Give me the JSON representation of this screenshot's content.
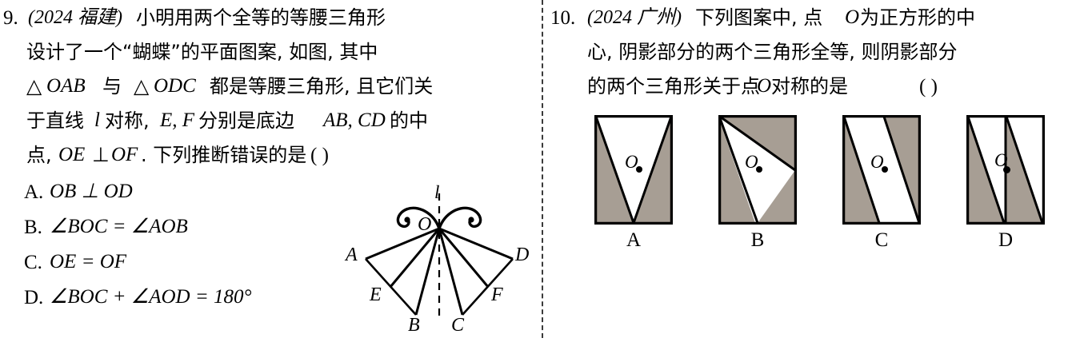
{
  "colors": {
    "shade": "#a79e94",
    "ink": "#000000",
    "divider": "#3a3a3a"
  },
  "q9": {
    "number": "9.",
    "source": "(2024 福建)",
    "lines": [
      "小明用两个全等的等腰三角形",
      "设计了一个“蝴蝶”的平面图案, 如图, 其中",
      "△OAB 与△ODC 都是等腰三角形, 且它们关",
      "于直线 l 对称, E, F 分别是底边 AB, CD 的中",
      "点, OE⊥OF. 下列推断错误的是"
    ],
    "line1_head": "小明用两个全等的等腰三角形",
    "line2": "设计了一个“蝴蝶”的平面图案, 如图, 其中",
    "line3_a": "△",
    "line3_b": "OAB",
    "line3_c": " 与",
    "line3_d": "△",
    "line3_e": "ODC",
    "line3_f": " 都是等腰三角形, 且它们关",
    "line4_a": "于直线 ",
    "line4_b": "l",
    "line4_c": " 对称, ",
    "line4_d": "E, F",
    "line4_e": " 分别是底边 ",
    "line4_f": "AB, CD",
    "line4_g": " 的中",
    "line5_a": "点, ",
    "line5_b": "OE",
    "line5_c": "⊥",
    "line5_d": "OF",
    "line5_e": ". 下列推断错误的是",
    "answer_blank": "(          )",
    "options": [
      {
        "key": "A.",
        "text": "OB ⊥ OD"
      },
      {
        "key": "B.",
        "text": "∠BOC = ∠AOB"
      },
      {
        "key": "C.",
        "text": "OE = OF"
      },
      {
        "key": "D.",
        "text": "∠BOC + ∠AOD = 180°"
      }
    ],
    "figure": {
      "axis_label": "l",
      "vertex_O": "O",
      "vertex_A": "A",
      "vertex_B": "B",
      "vertex_C": "C",
      "vertex_D": "D",
      "vertex_E": "E",
      "vertex_F": "F"
    }
  },
  "q10": {
    "number": "10.",
    "source": "(2024 广州)",
    "line1": "下列图案中, 点 O 为正方形的中",
    "line2": "心, 阴影部分的两个三角形全等, 则阴影部分",
    "line3": "的两个三角形关于点 O 对称的是",
    "answer_blank": "(          )",
    "line1_a": "下列图案中, 点 ",
    "line1_b": "O",
    "line1_c": " 为正方形的中",
    "line3_a": "的两个三角形关于点 ",
    "line3_b": "O",
    "line3_c": " 对称的是",
    "options": [
      {
        "key": "A",
        "center_mark": "O"
      },
      {
        "key": "B",
        "center_mark": "O"
      },
      {
        "key": "C",
        "center_mark": "O"
      },
      {
        "key": "D",
        "center_mark": "O"
      }
    ]
  }
}
